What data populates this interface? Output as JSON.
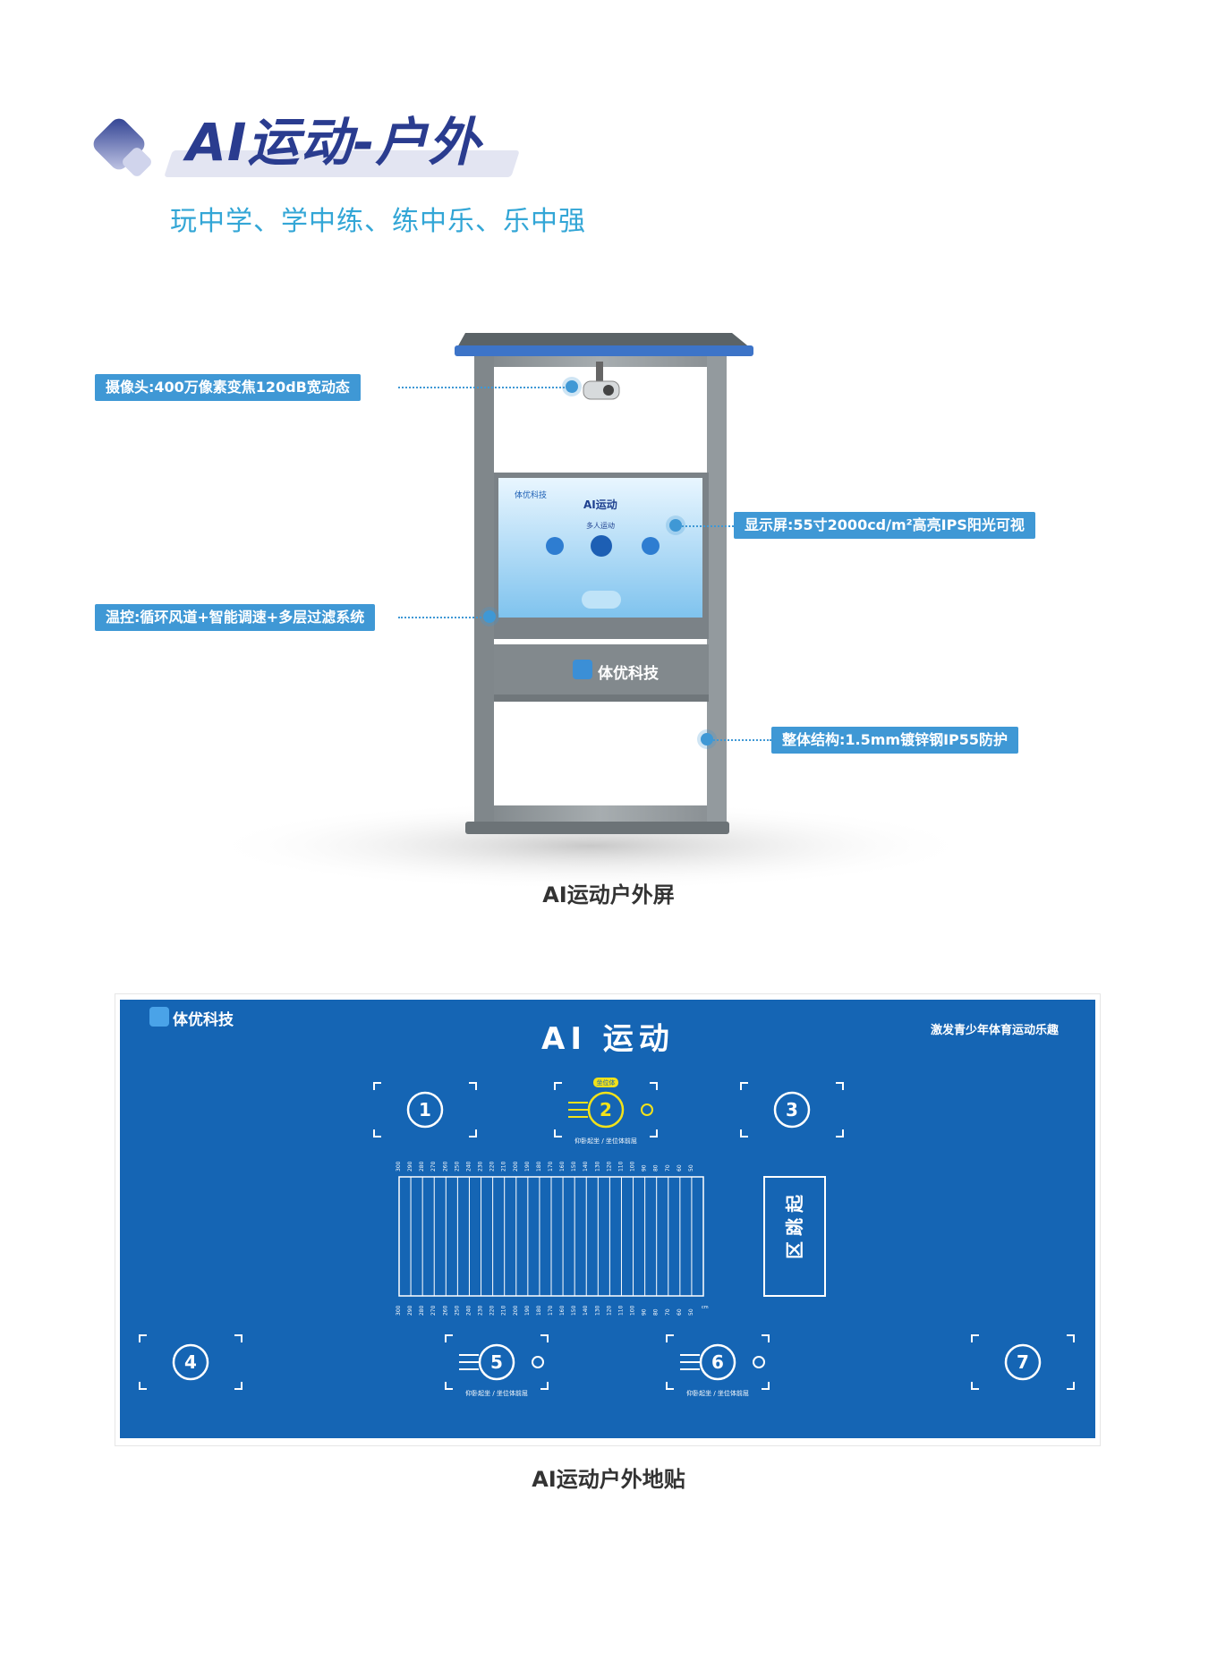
{
  "header": {
    "title": "AI运动-户外",
    "subtitle": "玩中学、学中练、练中乐、乐中强"
  },
  "kiosk": {
    "callouts": [
      {
        "label": "摄像头:400万像素变焦120dB宽动态"
      },
      {
        "label": "显示屏:55寸2000cd/m²高亮IPS阳光可视"
      },
      {
        "label": "温控:循环风道+智能调速+多层过滤系统"
      },
      {
        "label": "整体结构:1.5mm镀锌钢IP55防护"
      }
    ],
    "brand_label": "体优科技",
    "screen": {
      "brand": "体优科技",
      "title": "AI运动",
      "center_label": "多人运动"
    },
    "caption": "AI运动户外屏"
  },
  "floor_mat": {
    "brand": "体优科技",
    "title": "AI 运动",
    "slogan": "激发青少年体育运动乐趣",
    "zones": [
      "1",
      "2",
      "3",
      "4",
      "5",
      "6",
      "7"
    ],
    "zone_badge": "坐位体",
    "zone_caption": "仰卧起坐 / 坐位体前屈",
    "jump_zone_label": "起跳区",
    "ruler_ticks": [
      "300",
      "290",
      "280",
      "270",
      "260",
      "250",
      "240",
      "230",
      "220",
      "210",
      "200",
      "190",
      "180",
      "170",
      "160",
      "150",
      "140",
      "130",
      "120",
      "110",
      "100",
      "90",
      "80",
      "70",
      "60",
      "50"
    ],
    "ruler_unit": "cm",
    "caption": "AI运动户外地贴"
  },
  "colors": {
    "title_navy": "#2a3c8f",
    "subtitle_cyan": "#33a6d6",
    "callout_blue": "#3f98d5",
    "mat_blue": "#1565b4",
    "highlight_yellow": "#f2e21a"
  }
}
